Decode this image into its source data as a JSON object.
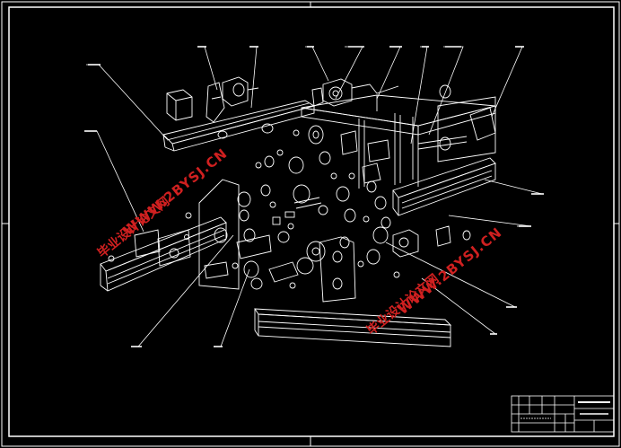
{
  "drawing": {
    "background": "#000000",
    "line_color": "#ffffff",
    "watermark_color": "#d02020"
  },
  "watermarks": [
    {
      "site": "WWW.2BYSJ.CN",
      "label": "毕业设计论文网"
    },
    {
      "site": "WWW.2BYSJ.CN",
      "label": "毕业设计论文网"
    }
  ]
}
